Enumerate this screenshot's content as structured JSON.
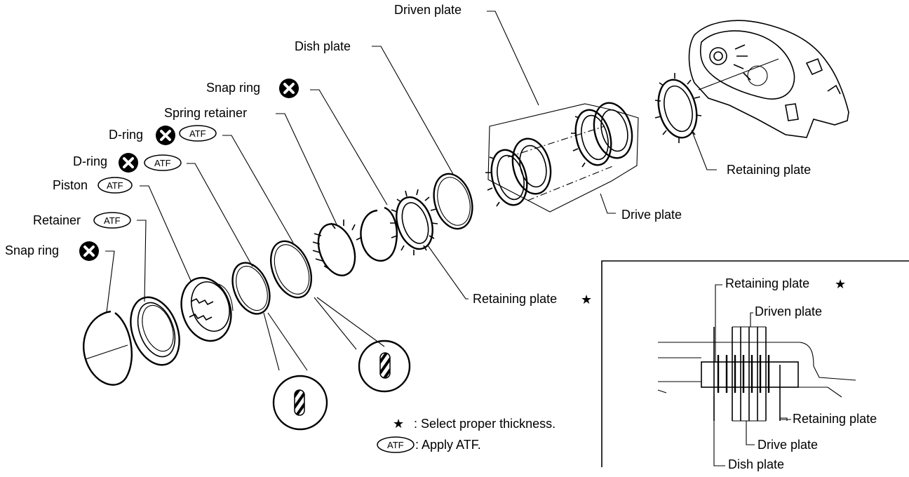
{
  "labels": {
    "driven_plate": "Driven plate",
    "dish_plate": "Dish plate",
    "snap_ring_top": "Snap ring",
    "spring_retainer": "Spring retainer",
    "d_ring_1": "D-ring",
    "d_ring_2": "D-ring",
    "piston": "Piston",
    "retainer": "Retainer",
    "snap_ring_bottom": "Snap ring",
    "retaining_plate_top": "Retaining plate",
    "drive_plate": "Drive plate",
    "retaining_plate_star": "Retaining plate",
    "inset_retaining_plate_star": "Retaining plate",
    "inset_driven_plate": "Driven plate",
    "inset_retaining_plate": "Retaining plate",
    "inset_drive_plate": "Drive plate",
    "inset_dish_plate": "Dish plate"
  },
  "marks": {
    "atf": "ATF",
    "star": "★",
    "no_reuse_icon": "x-circle-icon",
    "atf_icon": "atf-oval-icon",
    "star_icon": "star-icon"
  },
  "legend": {
    "star_desc": ": Select proper thickness.",
    "atf_desc": ": Apply ATF."
  }
}
